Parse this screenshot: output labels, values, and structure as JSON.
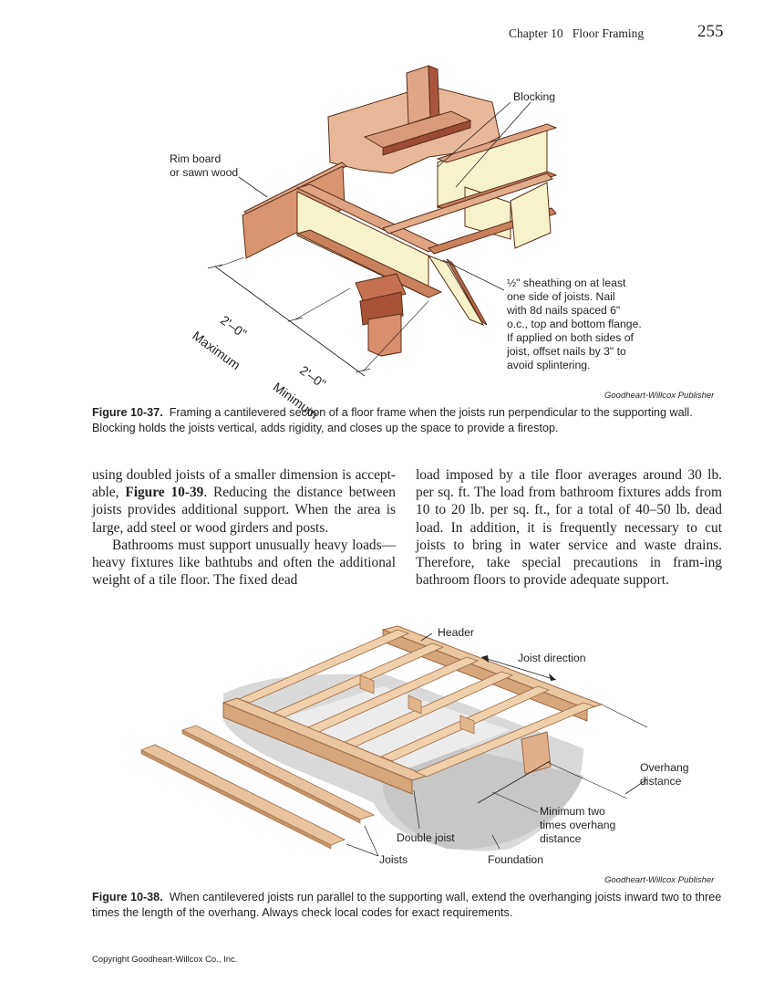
{
  "header": {
    "chapter": "Chapter 10",
    "section": "Floor Framing",
    "page_number": "255"
  },
  "figure_37": {
    "labels": {
      "blocking": "Blocking",
      "rim_board": "Rim board\nor sawn wood",
      "sheathing_note": "½\" sheathing on at least\none side of joists. Nail\nwith 8d nails spaced 6\"\no.c., top and bottom flange.\nIf applied on both sides of\njoist, offset nails by 3\" to\navoid splintering.",
      "dim1_value": "2'–0\"",
      "dim1_text": "Maximum",
      "dim2_value": "2'–0\"",
      "dim2_text": "Minimum"
    },
    "credit": "Goodheart-Willcox Publisher",
    "caption_label": "Figure 10-37.",
    "caption_text": "Framing a cantilevered section of a floor frame when the joists run perpendicular to the supporting wall. Blocking holds the joists vertical, adds rigidity, and closes up the space to provide a firestop."
  },
  "body_text": {
    "left_p1_pre": "using doubled joists of a smaller dimension is accept-able, ",
    "left_p1_ref": "Figure 10-39",
    "left_p1_post": ". Reducing the distance between joists provides additional support. When the area is large, add steel or wood girders and posts.",
    "left_p2": "Bathrooms must support unusually heavy loads—heavy fixtures like bathtubs and often the additional weight of a tile floor. The fixed dead",
    "right_p1": "load imposed by a tile floor averages around 30 lb. per sq. ft. The load from bathroom fixtures adds from 10 to 20 lb. per sq. ft., for a total of 40–50 lb. dead load. In addition, it is frequently necessary to cut joists to bring in water service and waste drains. Therefore, take special precautions in fram-ing bathroom floors to provide adequate support."
  },
  "figure_38": {
    "labels": {
      "header": "Header",
      "joist_direction": "Joist direction",
      "overhang": "Overhang\ndistance",
      "minimum": "Minimum two\ntimes overhang\ndistance",
      "double_joist": "Double joist",
      "joists": "Joists",
      "foundation": "Foundation"
    },
    "credit": "Goodheart-Willcox Publisher",
    "caption_label": "Figure 10-38.",
    "caption_text": "When cantilevered joists run parallel to the supporting wall, extend the overhanging joists inward two to three times the length of the overhang. Always check local codes for exact requirements."
  },
  "footer": {
    "copyright": "Copyright Goodheart-Willcox Co., Inc."
  }
}
